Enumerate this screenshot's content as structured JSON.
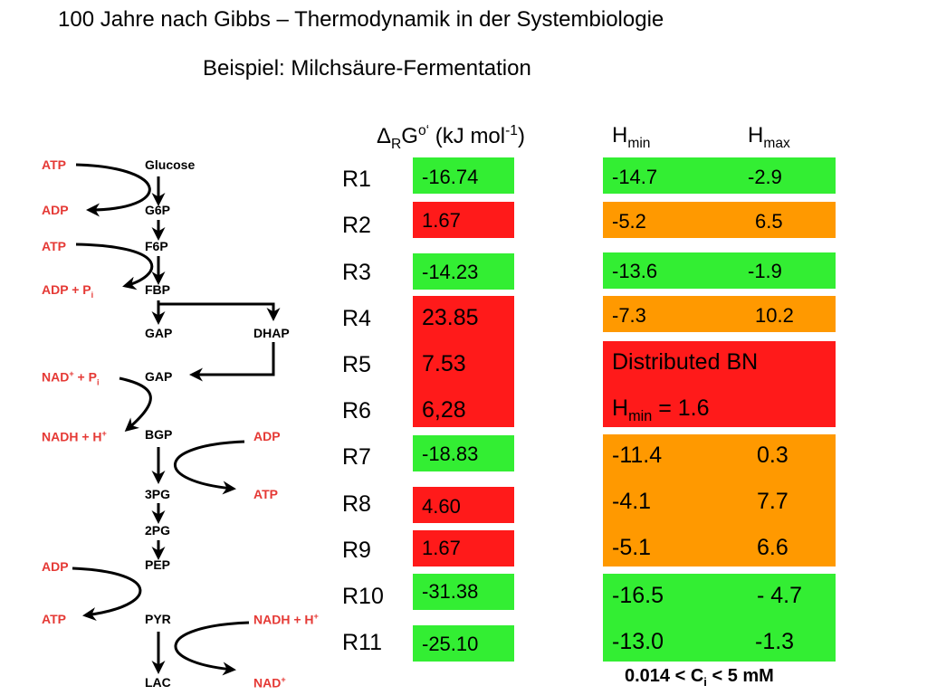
{
  "title": "100 Jahre nach Gibbs – Thermodynamik in der Systembiologie",
  "subtitle": "Beispiel: Milchsäure-Fermentation",
  "headers": {
    "dg_delta": "Δ",
    "dg_r": "R",
    "dg_g": "G",
    "dg_o": "o‘",
    "dg_unit": " (kJ mol",
    "dg_exp": "-1",
    "dg_close": ")",
    "hmin_h": "H",
    "hmin_sub": "min",
    "hmax_h": "H",
    "hmax_sub": "max"
  },
  "colors": {
    "green": "#33ee33",
    "red": "#ff1a1a",
    "orange": "#ff9900",
    "cofactor": "#e53935"
  },
  "reactions": [
    {
      "label": "R1",
      "dg": "-16.74",
      "dg_color": "green",
      "hmin": "-14.7",
      "hmax": "-2.9",
      "h_color": "green"
    },
    {
      "label": "R2",
      "dg": "1.67",
      "dg_color": "red",
      "hmin": "-5.2",
      "hmax": "6.5",
      "h_color": "orange"
    },
    {
      "label": "R3",
      "dg": "-14.23",
      "dg_color": "green",
      "hmin": "-13.6",
      "hmax": "-1.9",
      "h_color": "green"
    },
    {
      "label": "R4",
      "dg": "23.85",
      "dg_color": "red",
      "hmin": "-7.3",
      "hmax": "10.2",
      "h_color": "orange"
    },
    {
      "label": "R5",
      "dg": "7.53",
      "dg_color": "red",
      "h_text": "Distributed BN",
      "h_color": "red"
    },
    {
      "label": "R6",
      "dg": "6,28",
      "dg_color": "red",
      "h_text_h": "H",
      "h_text_sub": "min",
      "h_text_rest": " = 1.6",
      "h_color": "red"
    },
    {
      "label": "R7",
      "dg": "-18.83",
      "dg_color": "green",
      "hmin": "-11.4",
      "hmax": "0.3",
      "h_color": "orange"
    },
    {
      "label": "R8",
      "dg": "4.60",
      "dg_color": "red",
      "hmin": "-4.1",
      "hmax": "7.7",
      "h_color": "orange"
    },
    {
      "label": "R9",
      "dg": "1.67",
      "dg_color": "red",
      "hmin": "-5.1",
      "hmax": "6.6",
      "h_color": "orange"
    },
    {
      "label": "R10",
      "dg": "-31.38",
      "dg_color": "green",
      "hmin": "-16.5",
      "hmax": "- 4.7",
      "h_color": "green"
    },
    {
      "label": "R11",
      "dg": "-25.10",
      "dg_color": "green",
      "hmin": "-13.0",
      "hmax": "-1.3",
      "h_color": "green"
    }
  ],
  "footnote": {
    "pre": "0.014 < C",
    "sub": "i",
    "post": " < 5 mM"
  },
  "pathway": {
    "metabolites": [
      "Glucose",
      "G6P",
      "F6P",
      "FBP",
      "GAP",
      "DHAP",
      "GAP",
      "BGP",
      "3PG",
      "2PG",
      "PEP",
      "PYR",
      "LAC"
    ],
    "cofactors": {
      "atp1": "ATP",
      "adp1": "ADP",
      "atp2": "ATP",
      "adp_pi": "ADP + P",
      "adp_pi_sub": "i",
      "nad_pi": "NAD",
      "nad_pi_sup": "+",
      "nad_pi_rest": " + P",
      "nad_pi_sub": "i",
      "nadh": "NADH + H",
      "nadh_sup": "+",
      "adp_bgp": "ADP",
      "atp_3pg": "ATP",
      "adp_pep": "ADP",
      "atp_pyr": "ATP",
      "nadh2": "NADH + H",
      "nadh2_sup": "+",
      "nad_lac": "NAD",
      "nad_lac_sup": "+"
    }
  }
}
